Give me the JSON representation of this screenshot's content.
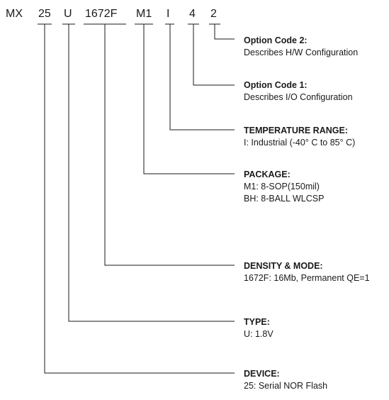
{
  "part_number": {
    "prefix": "MX",
    "segments": [
      "25",
      "U",
      "1672F",
      "M1",
      "I",
      "4",
      "2"
    ]
  },
  "fields": [
    {
      "title": "Option Code 2:",
      "lines": [
        "Describes H/W Configuration"
      ]
    },
    {
      "title": "Option Code 1:",
      "lines": [
        "Describes I/O Configuration"
      ]
    },
    {
      "title": "TEMPERATURE RANGE:",
      "lines": [
        "I: Industrial (-40° C to 85° C)"
      ]
    },
    {
      "title": "PACKAGE:",
      "lines": [
        "M1: 8-SOP(150mil)",
        "BH: 8-BALL WLCSP"
      ]
    },
    {
      "title": "DENSITY & MODE:",
      "lines": [
        "1672F: 16Mb, Permanent QE=1"
      ]
    },
    {
      "title": "TYPE:",
      "lines": [
        "U: 1.8V"
      ]
    },
    {
      "title": "DEVICE:",
      "lines": [
        "25: Serial NOR Flash"
      ]
    }
  ]
}
